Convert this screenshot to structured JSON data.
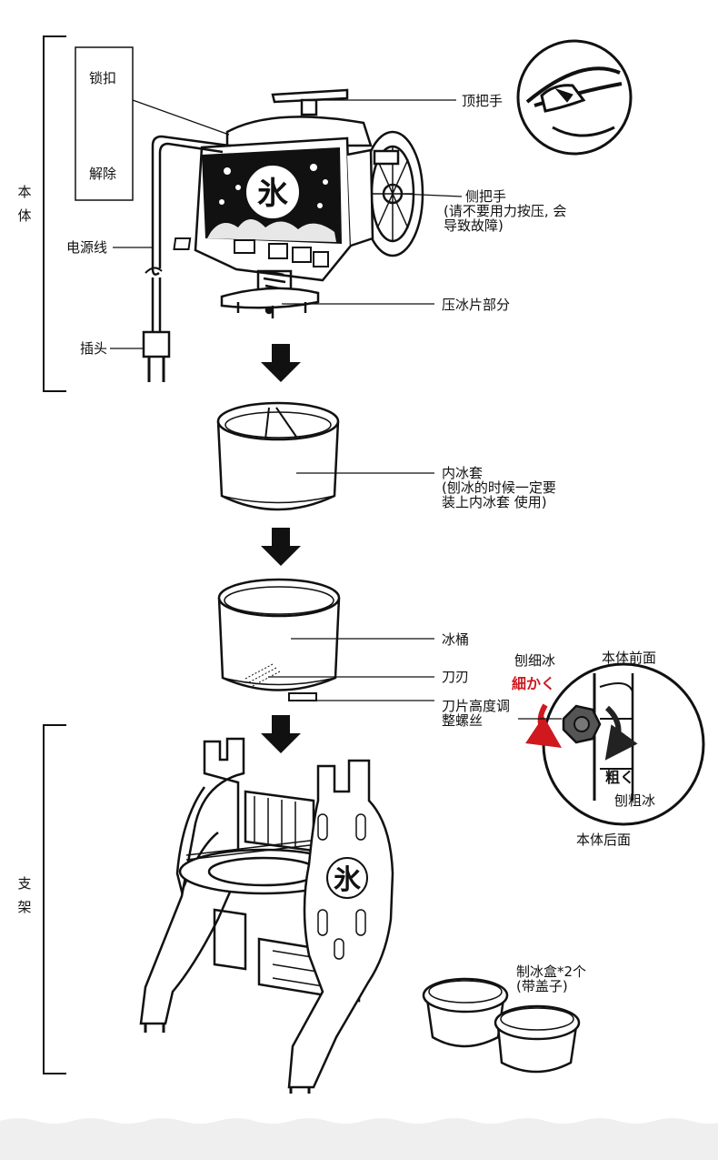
{
  "sections": {
    "body": "本体",
    "stand": "支架"
  },
  "lock_box": {
    "lock": "锁扣",
    "release": "解除"
  },
  "labels": {
    "top_handle": "顶把手",
    "side_handle": "侧把手",
    "side_handle_note_1": "(请不要用力按压, 会",
    "side_handle_note_2": "导致故障)",
    "power_cord": "电源线",
    "plug": "插头",
    "ice_press": "压冰片部分",
    "inner_sleeve": "内冰套",
    "inner_sleeve_note_1": "(刨冰的时候一定要",
    "inner_sleeve_note_2": "装上内冰套  使用)",
    "ice_bucket": "冰桶",
    "blade": "刀刃",
    "blade_screw_1": "刀片高度调",
    "blade_screw_2": "整螺丝",
    "ice_box_1": "制冰盒*2个",
    "ice_box_2": "(带盖子)"
  },
  "detail": {
    "fine_cn": "刨细冰",
    "fine_jp": "細かく",
    "front": "本体前面",
    "coarse_jp": "粗く",
    "coarse_cn": "刨粗冰",
    "back": "本体后面"
  },
  "emblem_char": "氷",
  "colors": {
    "line": "#111111",
    "accent": "#d0181f",
    "background": "#ffffff"
  }
}
